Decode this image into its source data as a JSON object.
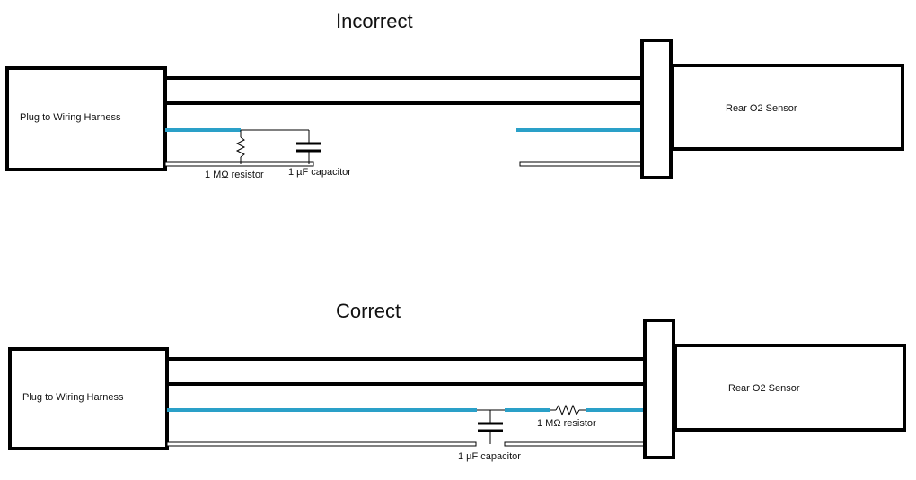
{
  "diagrams": [
    {
      "title": "Incorrect",
      "plug_label": "Plug to Wiring Harness",
      "sensor_label": "Rear O2 Sensor",
      "resistor_label": "1 MΩ resistor",
      "capacitor_label": "1 µF capacitor"
    },
    {
      "title": "Correct",
      "plug_label": "Plug to Wiring Harness",
      "sensor_label": "Rear O2 Sensor",
      "resistor_label": "1 MΩ resistor",
      "capacitor_label": "1 µF capacitor"
    }
  ],
  "colors": {
    "signal_wire": "#2aa0c8",
    "outline": "#000000"
  }
}
